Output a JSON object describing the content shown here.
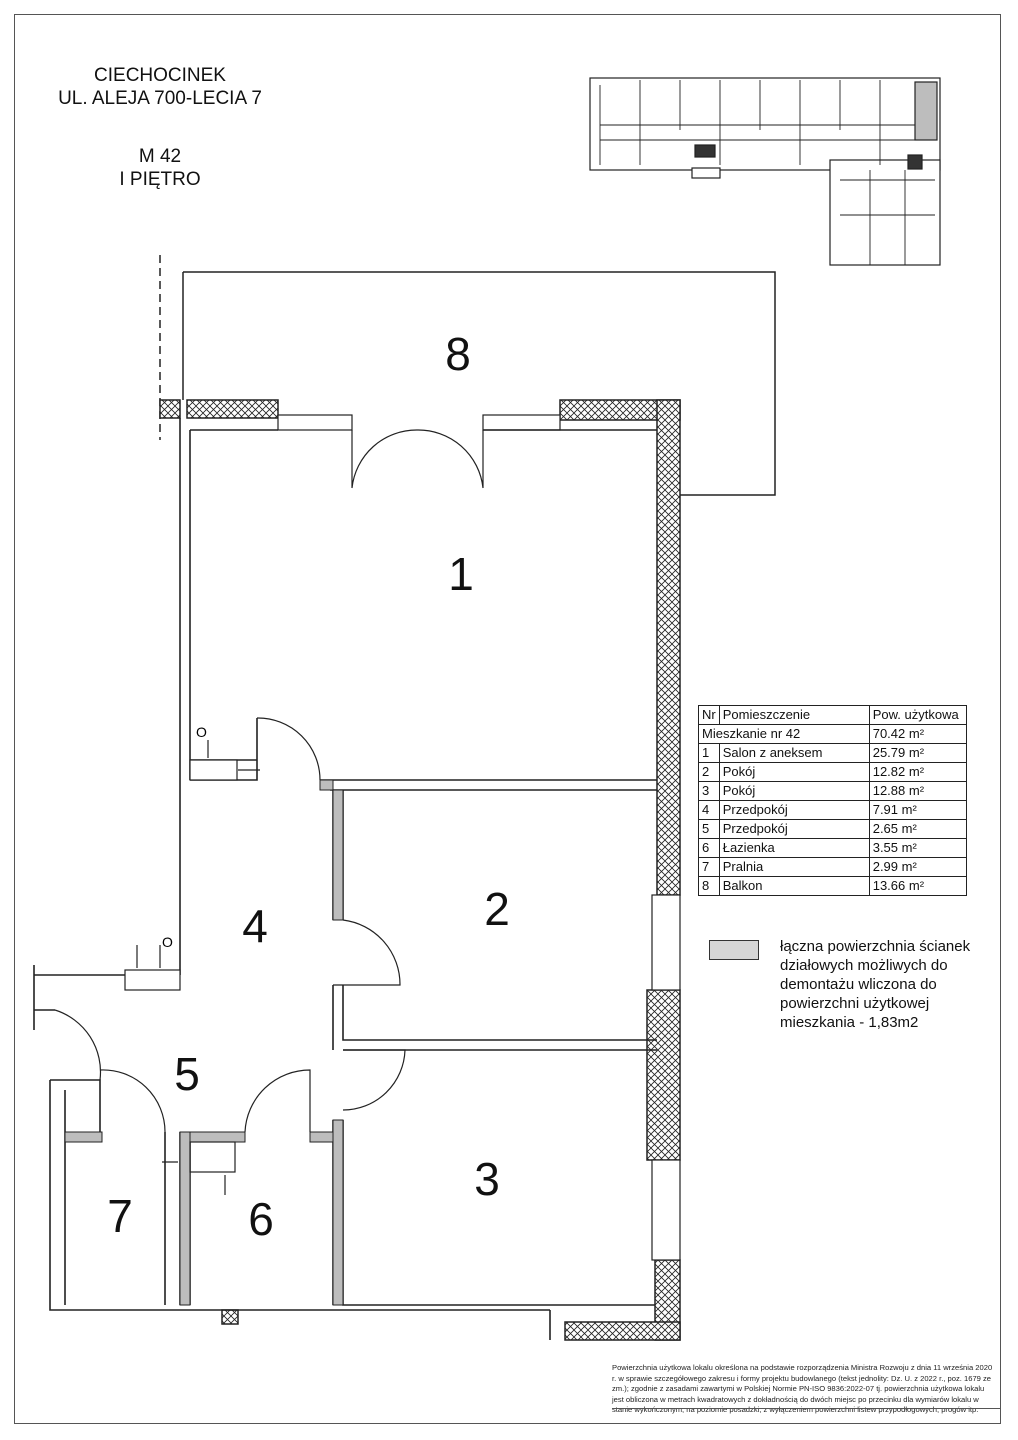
{
  "header": {
    "city": "CIECHOCINEK",
    "street": "UL. ALEJA 700-LECIA 7",
    "unit": "M 42",
    "floor": "I PIĘTRO"
  },
  "room_labels": [
    "1",
    "2",
    "3",
    "4",
    "5",
    "6",
    "7",
    "8"
  ],
  "small_markers": [
    "O",
    "O"
  ],
  "table": {
    "headers": [
      "Nr",
      "Pomieszczenie",
      "Pow. użytkowa"
    ],
    "total_label": "Mieszkanie nr 42",
    "total_area": "70.42 m²",
    "rows": [
      {
        "nr": "1",
        "name": "Salon z aneksem",
        "area": "25.79 m²"
      },
      {
        "nr": "2",
        "name": "Pokój",
        "area": "12.82 m²"
      },
      {
        "nr": "3",
        "name": "Pokój",
        "area": "12.88 m²"
      },
      {
        "nr": "4",
        "name": "Przedpokój",
        "area": "7.91 m²"
      },
      {
        "nr": "5",
        "name": "Przedpokój",
        "area": "2.65 m²"
      },
      {
        "nr": "6",
        "name": "Łazienka",
        "area": "3.55 m²"
      },
      {
        "nr": "7",
        "name": "Pralnia",
        "area": "2.99 m²"
      },
      {
        "nr": "8",
        "name": "Balkon",
        "area": "13.66 m²"
      }
    ]
  },
  "legend": {
    "color": "#d6d6d6",
    "text": "łączna powierzchnia ścianek działowych możliwych do demontażu wliczona do powierzchni użytkowej mieszkania - 1,83m2"
  },
  "footnote": "Powierzchnia użytkowa lokalu określona na podstawie rozporządzenia Ministra Rozwoju z dnia 11 września 2020 r. w sprawie szczegółowego zakresu i formy projektu budowlanego (tekst jednolity: Dz. U. z 2022 r., poz. 1679 ze zm.); zgodnie z zasadami zawartymi w Polskiej Normie PN-ISO 9836:2022-07 tj. powierzchnia użytkowa lokalu jest obliczona w metrach kwadratowych z dokładnością do dwóch miejsc po przecinku dla wymiarów lokalu w stanie wykończonym, na poziomie posadzki, z wyłączeniem powierzchni listew przypodłogowych, progów itp."
}
